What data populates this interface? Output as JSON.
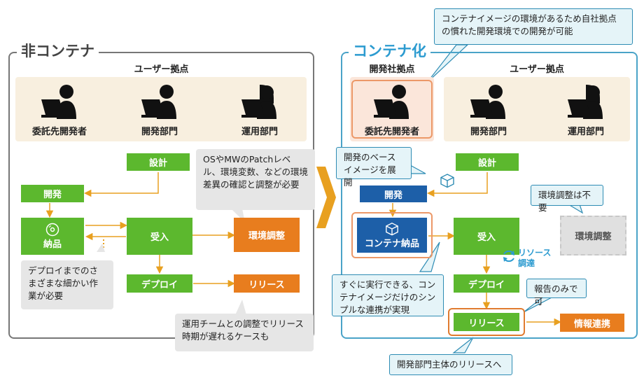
{
  "left": {
    "title": "非コンテナ",
    "users_label": "ユーザー拠点",
    "persons": [
      "委託先開発者",
      "開発部門",
      "運用部門"
    ],
    "boxes": {
      "design": "設計",
      "dev": "開発",
      "delivery": "納品",
      "accept": "受入",
      "deploy": "デプロイ",
      "env": "環境調整",
      "release": "リリース"
    },
    "callouts": {
      "env_note": "OSやMWのPatchレベル、環境変数、などの環境差異の確認と調整が必要",
      "deploy_note": "デプロイまでのさまざまな細かい作業が必要",
      "ops_note": "運用チームとの調整でリリース時期が遅れるケースも"
    }
  },
  "right": {
    "title": "コンテナ化",
    "dev_site_label": "開発社拠点",
    "users_label": "ユーザー拠点",
    "persons": [
      "委託先開発者",
      "開発部門",
      "運用部門"
    ],
    "boxes": {
      "design": "設計",
      "dev": "開発",
      "container_delivery": "コンテナ納品",
      "accept": "受入",
      "deploy": "デプロイ",
      "release": "リリース",
      "env": "環境調整",
      "info": "情報連携"
    },
    "resource_label": "リソース調達",
    "callouts": {
      "top": "コンテナイメージの環境があるため自社拠点の慣れた開発環境での開発が可能",
      "base_image": "開発のベースイメージを展開",
      "env_unneeded": "環境調整は不要",
      "simple": "すぐに実行できる、コンテナイメージだけのシンプルな連携が実現",
      "report_only": "報告のみで可",
      "dev_led": "開発部門主体のリリースへ"
    }
  },
  "colors": {
    "green": "#5cb82e",
    "orange": "#e87d1e",
    "blue": "#1d5fa8",
    "teal": "#4aa3c8",
    "gray_border": "#777777"
  }
}
